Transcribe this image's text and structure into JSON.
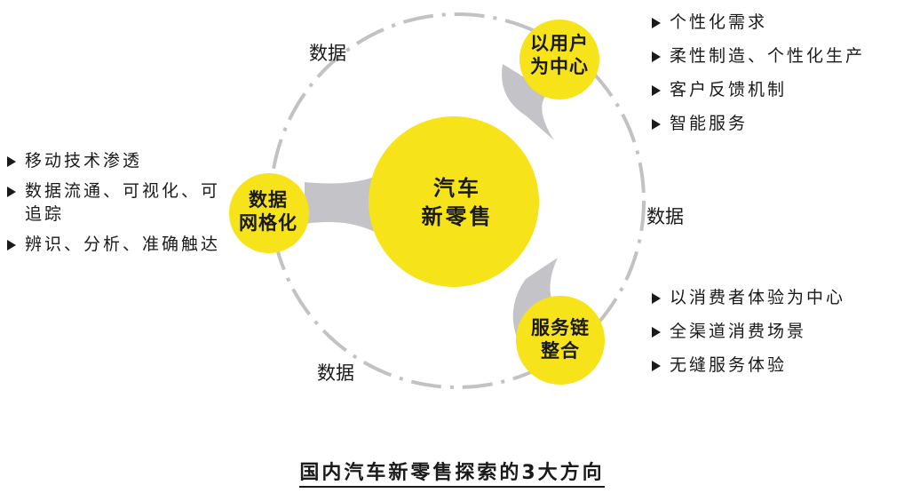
{
  "diagram": {
    "center": "汽车\n新零售",
    "nodes": {
      "user": "以用户\n为中心",
      "grid": "数据\n网格化",
      "service": "服务链\n整合"
    },
    "data_labels": [
      "数据",
      "数据",
      "数据"
    ],
    "lists": {
      "user": [
        "个性化需求",
        "柔性制造、个性化生产",
        "客户反馈机制",
        "智能服务"
      ],
      "grid": [
        "移动技术渗透",
        "数据流通、可视化、可追踪",
        "辨识、分析、准确触达"
      ],
      "service": [
        "以消费者体验为中心",
        "全渠道消费场景",
        "无缝服务体验"
      ]
    },
    "colors": {
      "node": "#f7e31a",
      "connector": "#c4c4c8",
      "ring": "#c2c2c2",
      "text": "#1a1a1a"
    }
  },
  "title": "国内汽车新零售探索的3大方向"
}
